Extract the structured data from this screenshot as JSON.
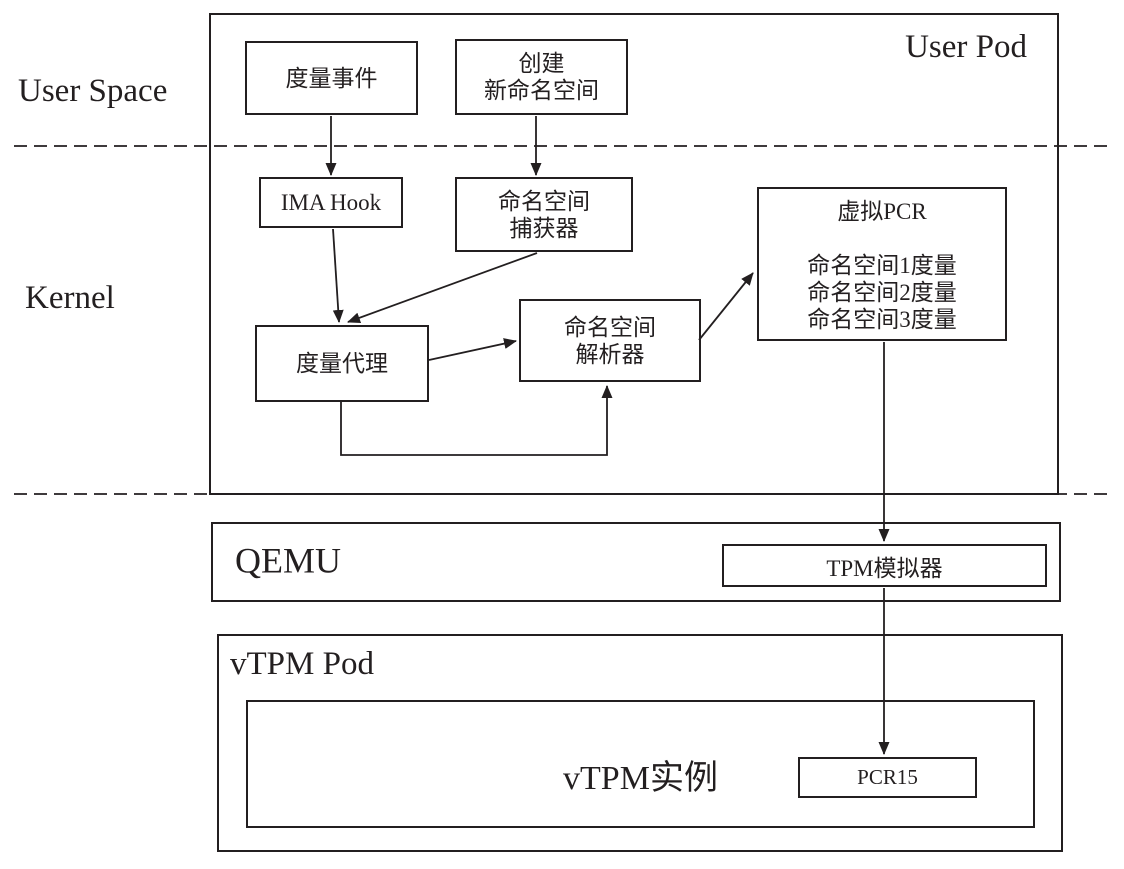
{
  "figure": {
    "type": "architecture-diagram",
    "description": "Container namespace measurement flow from User Pod kernel IMA into a vTPM"
  },
  "regions": {
    "user_space": "User Space",
    "kernel": "Kernel"
  },
  "user_pod": {
    "title": "User Pod",
    "nodes": {
      "measurement_event": "度量事件",
      "create_namespace": {
        "line1": "创建",
        "line2": "新命名空间"
      },
      "ima_hook": "IMA Hook",
      "namespace_catcher": {
        "line1": "命名空间",
        "line2": "捕获器"
      },
      "measurement_agent": "度量代理",
      "namespace_parser": {
        "line1": "命名空间",
        "line2": "解析器"
      },
      "virtual_pcr": {
        "title": "虚拟PCR",
        "entries": [
          "命名空间1度量",
          "命名空间2度量",
          "命名空间3度量"
        ]
      }
    }
  },
  "qemu": {
    "title": "QEMU",
    "tpm_emulator": "TPM模拟器"
  },
  "vtpm_pod": {
    "title": "vTPM Pod",
    "instance": "vTPM实例",
    "pcr15": "PCR15"
  },
  "colors": {
    "line": "#231f20",
    "background": "#ffffff"
  }
}
